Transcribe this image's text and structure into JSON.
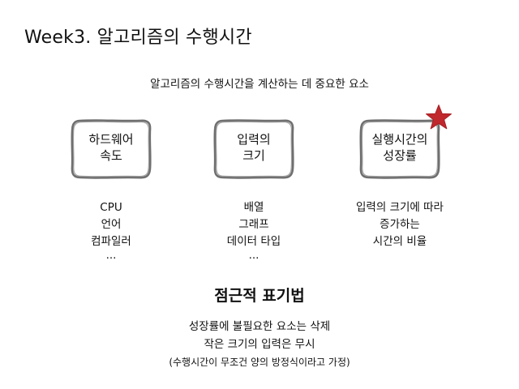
{
  "slide": {
    "title": "Week3. 알고리즘의 수행시간",
    "subtitle": "알고리즘의 수행시간을 계산하는 데 중요한 요소"
  },
  "factors": [
    {
      "label_lines": [
        "하드웨어",
        "속도"
      ],
      "examples": [
        "CPU",
        "언어",
        "컴파일러",
        "..."
      ]
    },
    {
      "label_lines": [
        "입력의",
        "크기"
      ],
      "examples": [
        "배열",
        "그래프",
        "데이터 타입",
        "..."
      ]
    },
    {
      "label_lines": [
        "실행시간의",
        "성장률"
      ],
      "examples": [
        "입력의 크기에 따라",
        "증가하는",
        "시간의 비율"
      ],
      "highlight_icon": "star-icon"
    }
  ],
  "notation": {
    "title": "점근적 표기법",
    "lines": [
      "성장률에 불필요한 요소는 삭제",
      "작은 크기의 입력은 무시",
      "(수행시간이 무조건 양의 방정식이라고 가정)"
    ]
  },
  "colors": {
    "card_border": "#6f6f6f",
    "star": "#c0282d",
    "text": "#111111"
  }
}
